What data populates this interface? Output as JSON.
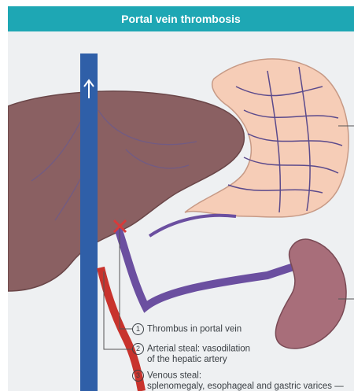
{
  "title": "Portal vein thrombosis",
  "labels": [
    {
      "number": "1",
      "line1": "Thrombus in portal vein",
      "line2": ""
    },
    {
      "number": "2",
      "line1": "Arterial steal: vasodilation",
      "line2": "of the hepatic artery"
    },
    {
      "number": "3",
      "line1": "Venous steal:",
      "line2": "splenomegaly, esophageal and gastric varices —"
    }
  ],
  "colors": {
    "header": "#1ea7b4",
    "liver": "#8a6062",
    "portal_vein": "#6b4fa0",
    "ivc": "#2f5fa8",
    "artery": "#c8332d",
    "stomach": "#f6cdb7",
    "spleen": "#a86e7a"
  }
}
